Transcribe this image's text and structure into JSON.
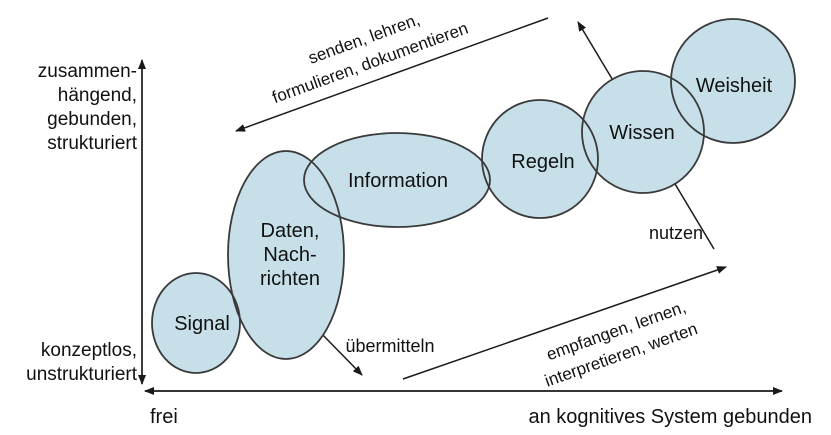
{
  "meta": {
    "language": "de",
    "diagram_kind": "knowledge-staircase"
  },
  "colors": {
    "node_fill": "#c6dfe8",
    "node_stroke": "#3a3a3a",
    "line": "#1a1a1a",
    "text": "#111111",
    "background": "#ffffff"
  },
  "axes": {
    "y_label_top": [
      "zusammen-",
      "hängend,",
      "gebunden,",
      "strukturiert"
    ],
    "y_label_bottom": [
      "konzeptlos,",
      "unstrukturiert"
    ],
    "x_label_left": "frei",
    "x_label_right": "an kognitives System gebunden"
  },
  "nodes": {
    "signal": {
      "label": "Signal"
    },
    "daten": {
      "lines": [
        "Daten,",
        "Nach-",
        "richten"
      ]
    },
    "information": {
      "label": "Information"
    },
    "regeln": {
      "label": "Regeln"
    },
    "wissen": {
      "label": "Wissen"
    },
    "weisheit": {
      "label": "Weisheit"
    }
  },
  "arrows": {
    "send": {
      "lines": [
        "senden, lehren,",
        "formulieren, dokumentieren"
      ]
    },
    "receive": {
      "lines": [
        "empfangen, lernen,",
        "interpretieren, werten"
      ]
    },
    "uebermitteln": {
      "label": "übermitteln"
    },
    "nutzen": {
      "label": "nutzen"
    }
  }
}
